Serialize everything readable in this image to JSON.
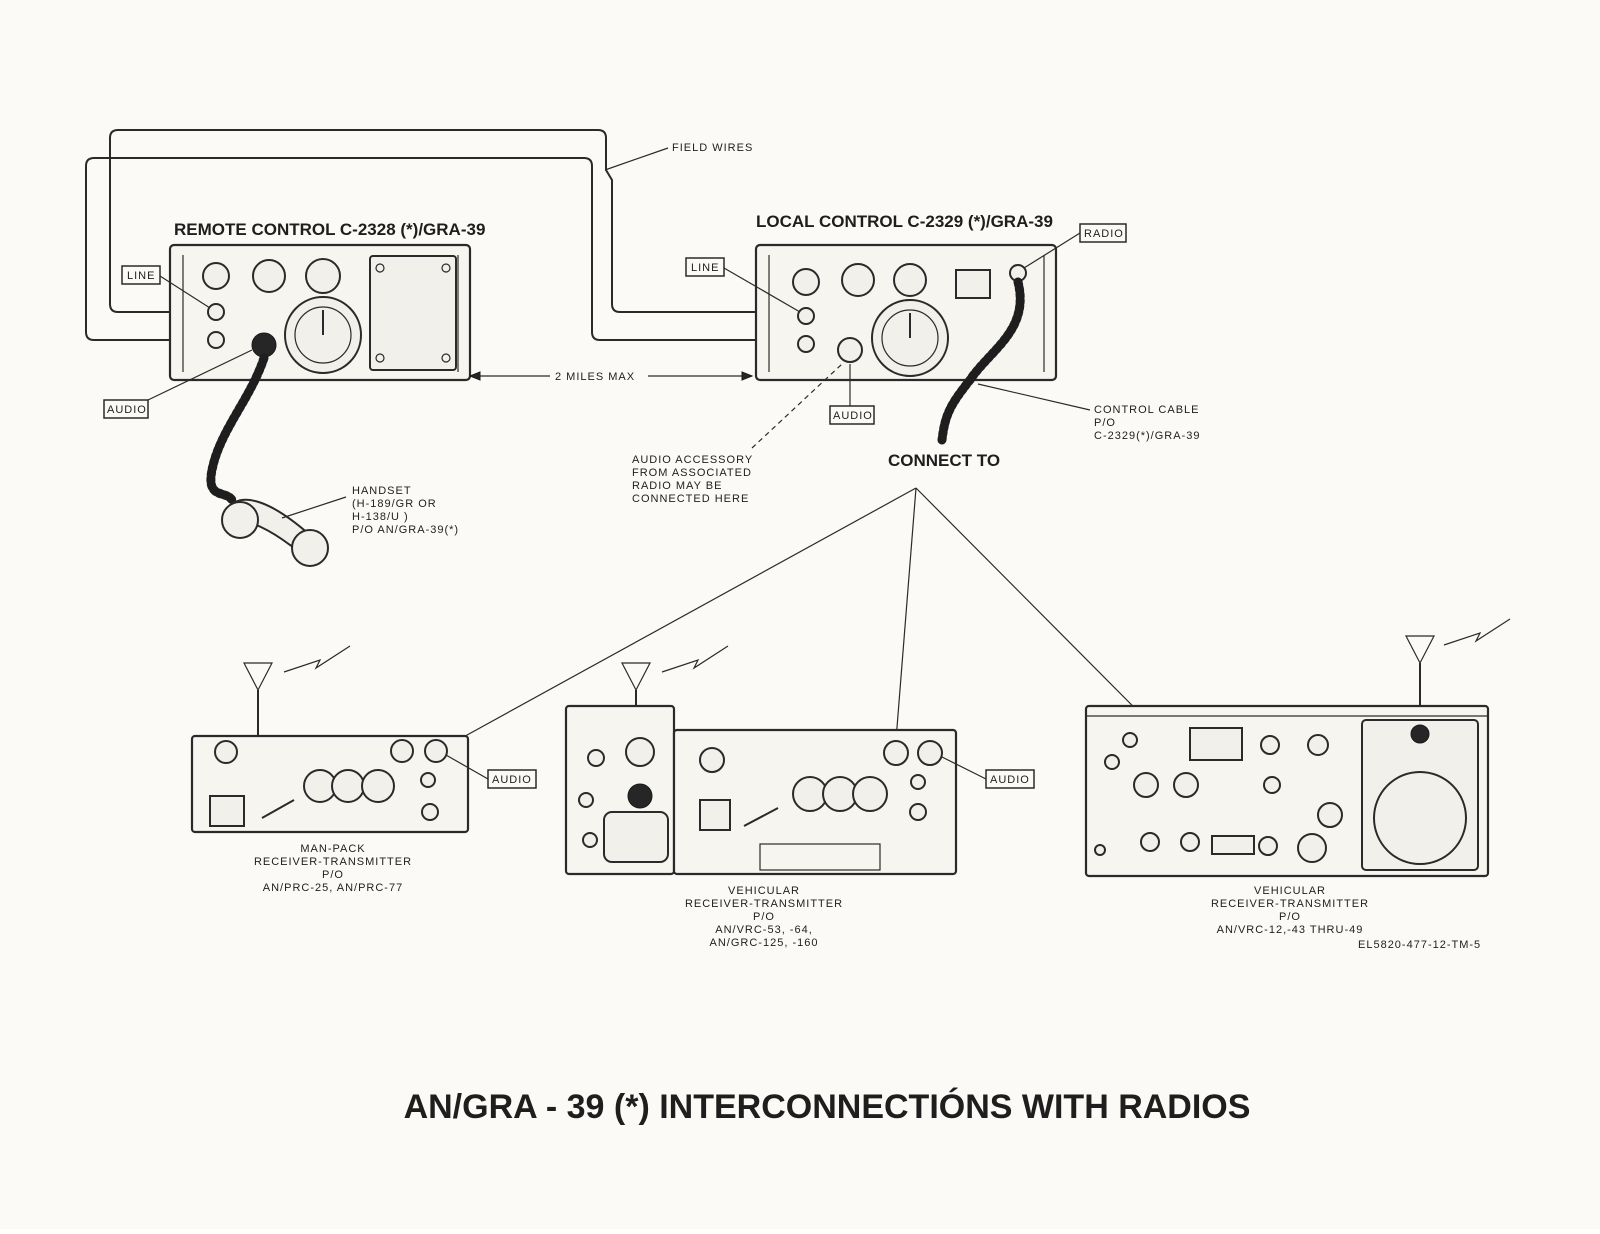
{
  "remote_control": {
    "title": "REMOTE CONTROL C-2328 (*)/GRA-39",
    "line_label": "LINE",
    "audio_label": "AUDIO"
  },
  "local_control": {
    "title": "LOCAL CONTROL C-2329 (*)/GRA-39",
    "line_label": "LINE",
    "audio_label": "AUDIO",
    "radio_label": "RADIO"
  },
  "field_wires": "FIELD WIRES",
  "distance": "2 MILES MAX",
  "control_cable": [
    "CONTROL  CABLE",
    "P/O",
    "C-2329(*)/GRA-39"
  ],
  "connect_to": "CONNECT TO",
  "audio_accessory": [
    "AUDIO  ACCESSORY",
    "FROM  ASSOCIATED",
    "RADIO  MAY  BE",
    "CONNECTED  HERE"
  ],
  "handset": [
    "HANDSET",
    "(H-189/GR  OR",
    "H-138/U )",
    "P/O  AN/GRA-39(*)"
  ],
  "radios": [
    {
      "audio_label": "AUDIO",
      "caption": [
        "MAN-PACK",
        "RECEIVER-TRANSMITTER",
        "P/O",
        "AN/PRC-25, AN/PRC-77"
      ]
    },
    {
      "audio_label": "AUDIO",
      "caption": [
        "VEHICULAR",
        "RECEIVER-TRANSMITTER",
        "P/O",
        "AN/VRC-53, -64,",
        "AN/GRC-125, -160"
      ]
    },
    {
      "caption": [
        "VEHICULAR",
        "RECEIVER-TRANSMITTER",
        "P/O",
        "AN/VRC-12,-43 THRU-49"
      ]
    }
  ],
  "figure_code": "EL5820-477-12-TM-5",
  "main_title": "AN/GRA - 39 (*) INTERCONNECTIÓNS WITH RADIOS"
}
